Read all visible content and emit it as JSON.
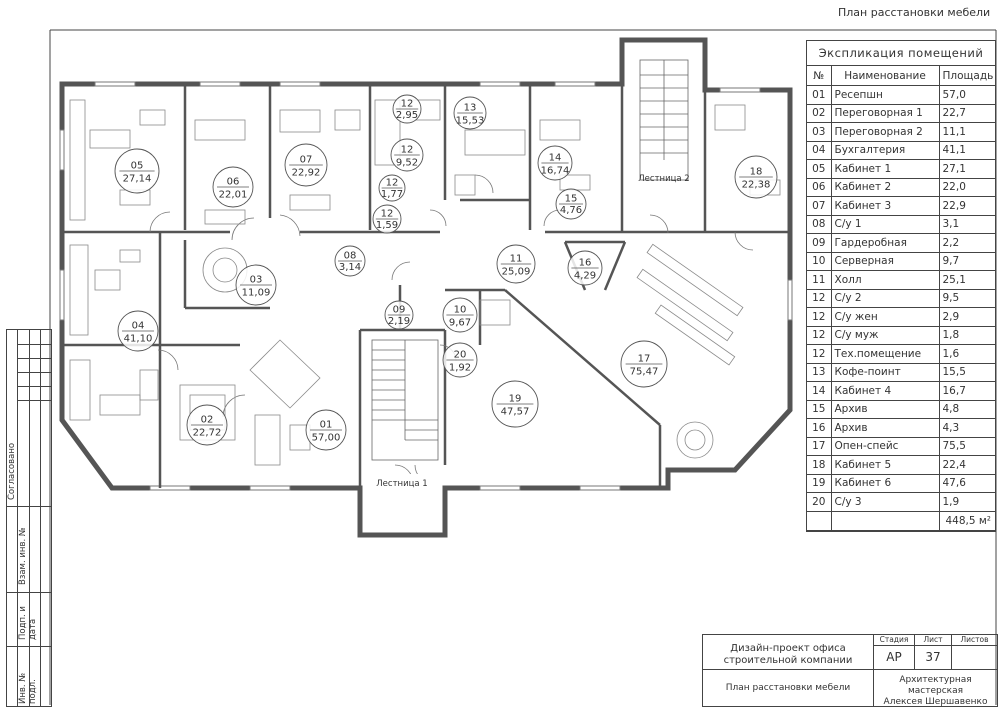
{
  "sheet": {
    "title": "План расстановки мебели"
  },
  "explication": {
    "title": "Экспликация помещений",
    "headers": [
      "№",
      "Наименование",
      "Площадь"
    ],
    "rows": [
      [
        "01",
        "Ресепшн",
        "57,0"
      ],
      [
        "02",
        "Переговорная 1",
        "22,7"
      ],
      [
        "03",
        "Переговорная 2",
        "11,1"
      ],
      [
        "04",
        "Бухгалтерия",
        "41,1"
      ],
      [
        "05",
        "Кабинет 1",
        "27,1"
      ],
      [
        "06",
        "Кабинет 2",
        "22,0"
      ],
      [
        "07",
        "Кабинет 3",
        "22,9"
      ],
      [
        "08",
        "С/у 1",
        "3,1"
      ],
      [
        "09",
        "Гардеробная",
        "2,2"
      ],
      [
        "10",
        "Серверная",
        "9,7"
      ],
      [
        "11",
        "Холл",
        "25,1"
      ],
      [
        "12",
        "С/у 2",
        "9,5"
      ],
      [
        "12",
        "С/у жен",
        "2,9"
      ],
      [
        "12",
        "С/у муж",
        "1,8"
      ],
      [
        "12",
        "Тех.помещение",
        "1,6"
      ],
      [
        "13",
        "Кофе-поинт",
        "15,5"
      ],
      [
        "14",
        "Кабинет 4",
        "16,7"
      ],
      [
        "15",
        "Архив",
        "4,8"
      ],
      [
        "16",
        "Архив",
        "4,3"
      ],
      [
        "17",
        "Опен-спейс",
        "75,5"
      ],
      [
        "18",
        "Кабинет 5",
        "22,4"
      ],
      [
        "19",
        "Кабинет 6",
        "47,6"
      ],
      [
        "20",
        "С/у 3",
        "1,9"
      ]
    ],
    "total": "448,5 м²"
  },
  "plan": {
    "stair_labels": {
      "stair1": "Лестница 1",
      "stair2": "Лестница 2"
    },
    "room_markers": [
      {
        "num": "05",
        "area": "27,14"
      },
      {
        "num": "06",
        "area": "22,01"
      },
      {
        "num": "07",
        "area": "22,92"
      },
      {
        "num": "12",
        "area": "2,95"
      },
      {
        "num": "13",
        "area": "15,53"
      },
      {
        "num": "12",
        "area": "9,52"
      },
      {
        "num": "12",
        "area": "1,77"
      },
      {
        "num": "12",
        "area": "1,59"
      },
      {
        "num": "14",
        "area": "16,74"
      },
      {
        "num": "15",
        "area": "4,76"
      },
      {
        "num": "18",
        "area": "22,38"
      },
      {
        "num": "03",
        "area": "11,09"
      },
      {
        "num": "08",
        "area": "3,14"
      },
      {
        "num": "11",
        "area": "25,09"
      },
      {
        "num": "16",
        "area": "4,29"
      },
      {
        "num": "04",
        "area": "41,10"
      },
      {
        "num": "09",
        "area": "2,19"
      },
      {
        "num": "10",
        "area": "9,67"
      },
      {
        "num": "20",
        "area": "1,92"
      },
      {
        "num": "17",
        "area": "75,47"
      },
      {
        "num": "02",
        "area": "22,72"
      },
      {
        "num": "01",
        "area": "57,00"
      },
      {
        "num": "19",
        "area": "47,57"
      }
    ]
  },
  "stamp": {
    "project_title_line1": "Дизайн-проект офиса",
    "project_title_line2": "строительной компании",
    "stage_header": "Стадия",
    "sheet_header": "Лист",
    "sheets_header": "Листов",
    "stage": "АР",
    "sheet_no": "37",
    "sheet_name": "План расстановки мебели",
    "studio_line1": "Архитектурная мастерская",
    "studio_line2": "Алексея Шершавенко"
  },
  "side_stamp": {
    "agreed": "Согласовано",
    "swap_inv": "Взам. инв. №",
    "sign_date": "Подп. и дата",
    "inv_no": "Инв. № подл."
  }
}
